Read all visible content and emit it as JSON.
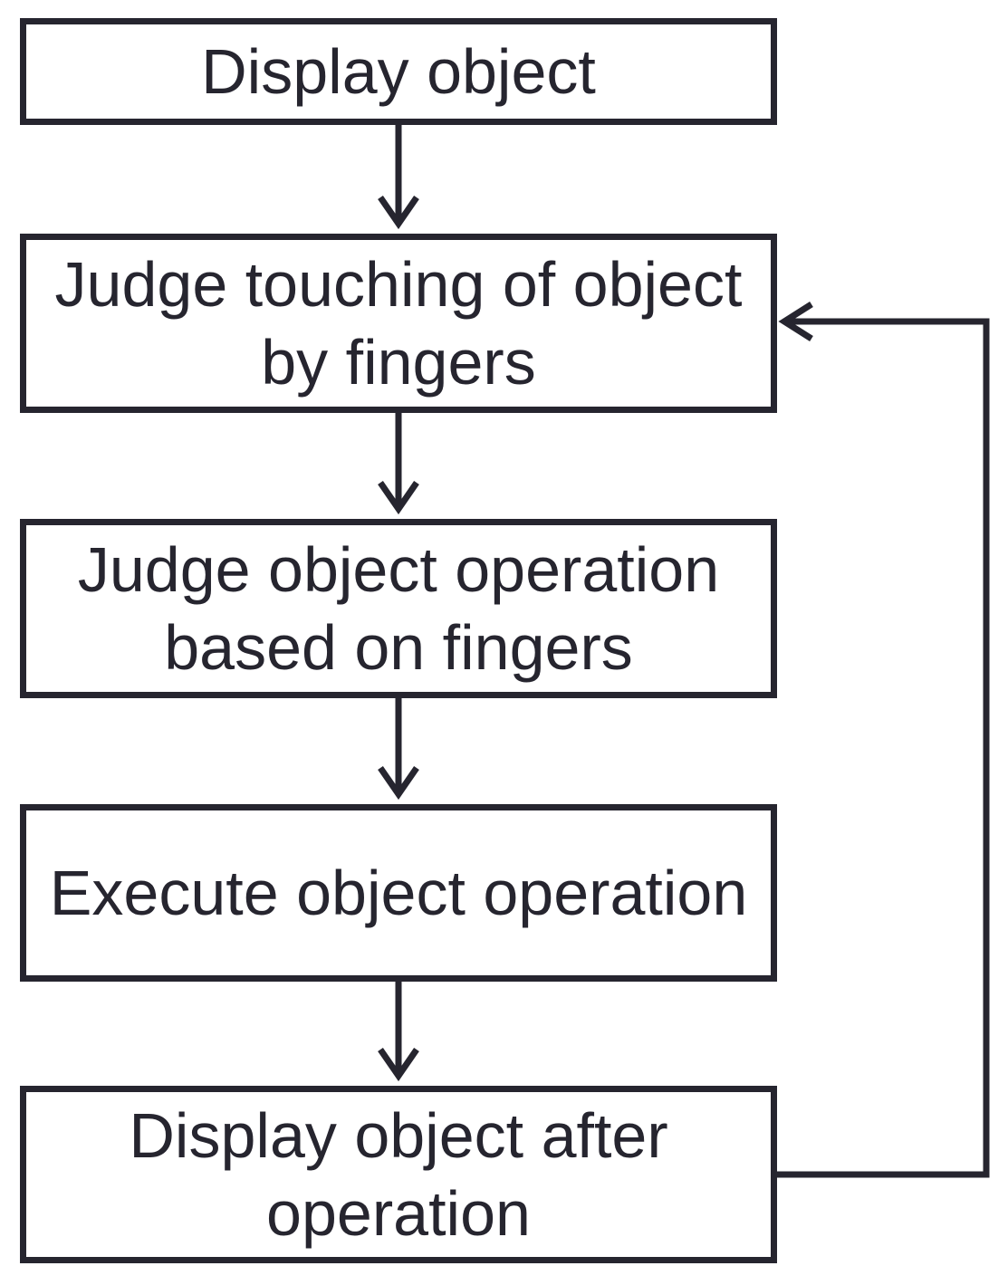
{
  "flowchart": {
    "steps": [
      {
        "id": "display-object",
        "label": "Display object"
      },
      {
        "id": "judge-touching",
        "label": "Judge touching of object by fingers"
      },
      {
        "id": "judge-operation",
        "label": "Judge object operation based on fingers"
      },
      {
        "id": "execute-operation",
        "label": "Execute object operation"
      },
      {
        "id": "display-after",
        "label": "Display object after operation"
      }
    ],
    "connections": [
      {
        "from": "display-object",
        "to": "judge-touching"
      },
      {
        "from": "judge-touching",
        "to": "judge-operation"
      },
      {
        "from": "judge-operation",
        "to": "execute-operation"
      },
      {
        "from": "execute-operation",
        "to": "display-after"
      },
      {
        "from": "display-after",
        "to": "judge-touching",
        "type": "loop-back"
      }
    ],
    "colors": {
      "stroke": "#26252f",
      "text": "#26252f",
      "background": "#ffffff"
    }
  }
}
